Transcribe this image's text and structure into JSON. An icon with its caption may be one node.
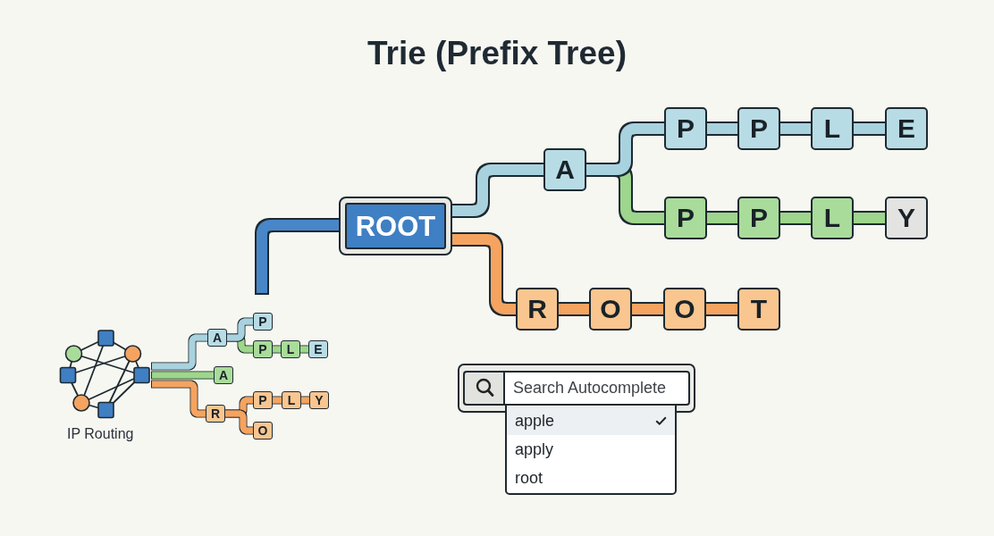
{
  "diagram": {
    "title": "Trie (Prefix Tree)",
    "nodes": [
      {
        "text": [
          "ROOT"
        ]
      },
      {
        "text": [
          "A"
        ]
      },
      {
        "text": [
          "P"
        ]
      },
      {
        "text": [
          "P"
        ]
      },
      {
        "text": [
          "L"
        ]
      },
      {
        "text": [
          "E"
        ]
      },
      {
        "text": [
          "P"
        ]
      },
      {
        "text": [
          "P"
        ]
      },
      {
        "text": [
          "L"
        ]
      },
      {
        "text": [
          "Y"
        ]
      },
      {
        "text": [
          "R"
        ]
      },
      {
        "text": [
          "O"
        ]
      },
      {
        "text": [
          "O"
        ]
      },
      {
        "text": [
          "T"
        ]
      },
      {
        "text": [],
        "shape": "picture",
        "beside": [
          "IP Routing"
        ]
      },
      {
        "text": [
          "A"
        ]
      },
      {
        "text": [
          "P"
        ]
      },
      {
        "text": [
          "P"
        ]
      },
      {
        "text": [
          "L"
        ]
      },
      {
        "text": [
          "E"
        ]
      },
      {
        "text": [
          "A"
        ]
      },
      {
        "text": [
          "R"
        ]
      },
      {
        "text": [
          "P"
        ]
      },
      {
        "text": [
          "L"
        ]
      },
      {
        "text": [
          "Y"
        ]
      },
      {
        "text": [
          "O"
        ]
      }
    ],
    "edges": [
      {
        "from": null,
        "to": 0,
        "arrow": "none",
        "color": "#4a86c8"
      },
      {
        "from": 0,
        "to": 1,
        "arrow": "none",
        "color": "#a9d2df"
      },
      {
        "from": 1,
        "to": 2,
        "arrow": "none",
        "color": "#a9d2df"
      },
      {
        "from": 2,
        "to": 3,
        "arrow": "none",
        "color": "#a9d2df"
      },
      {
        "from": 3,
        "to": 4,
        "arrow": "none",
        "color": "#a9d2df"
      },
      {
        "from": 4,
        "to": 5,
        "arrow": "none",
        "color": "#a9d2df"
      },
      {
        "from": 1,
        "to": 6,
        "arrow": "none",
        "color": "#9dd68c"
      },
      {
        "from": 6,
        "to": 7,
        "arrow": "none",
        "color": "#9dd68c"
      },
      {
        "from": 7,
        "to": 8,
        "arrow": "none",
        "color": "#9dd68c"
      },
      {
        "from": 8,
        "to": 9,
        "arrow": "none",
        "color": "#9dd68c"
      },
      {
        "from": 0,
        "to": 10,
        "arrow": "none",
        "color": "#f4a460"
      },
      {
        "from": 10,
        "to": 11,
        "arrow": "none",
        "color": "#f4a460"
      },
      {
        "from": 11,
        "to": 12,
        "arrow": "none",
        "color": "#f4a460"
      },
      {
        "from": 12,
        "to": 13,
        "arrow": "none",
        "color": "#f4a460"
      },
      {
        "from": 14,
        "to": 15,
        "arrow": "none",
        "color": "#a9d2df"
      },
      {
        "from": 15,
        "to": 16,
        "arrow": "none",
        "color": "#a9d2df"
      },
      {
        "from": 15,
        "to": 17,
        "arrow": "none",
        "color": "#9dd68c"
      },
      {
        "from": 17,
        "to": 18,
        "arrow": "none",
        "color": "#9dd68c"
      },
      {
        "from": 18,
        "to": 19,
        "arrow": "none",
        "color": "#9dd68c"
      },
      {
        "from": 14,
        "to": 20,
        "arrow": "none",
        "color": "#9dd68c"
      },
      {
        "from": 14,
        "to": 21,
        "arrow": "none",
        "color": "#f4a460"
      },
      {
        "from": 21,
        "to": 22,
        "arrow": "none",
        "color": "#f4a460"
      },
      {
        "from": 22,
        "to": 23,
        "arrow": "none",
        "color": "#f4a460"
      },
      {
        "from": 23,
        "to": 24,
        "arrow": "none",
        "color": "#f4a460"
      },
      {
        "from": 21,
        "to": 25,
        "arrow": "none",
        "color": "#f4a460"
      }
    ],
    "labels": [
      "Search Autocomplete",
      "apple",
      "apply",
      "root"
    ]
  }
}
